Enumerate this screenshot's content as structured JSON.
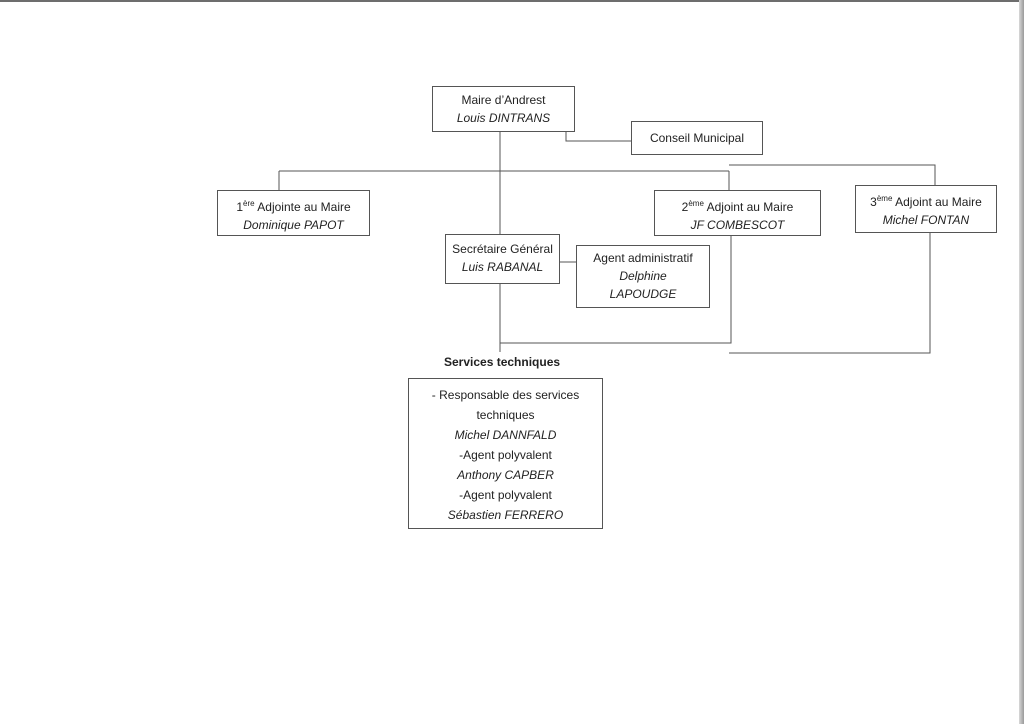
{
  "maire": {
    "title": "Maire d’Andrest",
    "name": "Louis DINTRANS"
  },
  "conseil": {
    "title": "Conseil Municipal"
  },
  "adjoint1": {
    "ordinal": "1",
    "sup": "ère",
    "title": "Adjointe au Maire",
    "name": "Dominique PAPOT"
  },
  "adjoint2": {
    "ordinal": "2",
    "sup": "ème",
    "title": "Adjoint au Maire",
    "name": "JF COMBESCOT"
  },
  "adjoint3": {
    "ordinal": "3",
    "sup": "ème",
    "title": "Adjoint au Maire",
    "name": "Michel FONTAN"
  },
  "secretaire": {
    "title": "Secrétaire Général",
    "name": "Luis RABANAL"
  },
  "agent_admin": {
    "title": "Agent administratif",
    "name_line1": "Delphine",
    "name_line2": "LAPOUDGE"
  },
  "services": {
    "heading": "Services techniques",
    "resp_line1": "- Responsable des services",
    "resp_line2": "techniques",
    "resp_name": "Michel DANNFALD",
    "agent1_role": "-Agent polyvalent",
    "agent1_name": "Anthony CAPBER",
    "agent2_role": "-Agent polyvalent",
    "agent2_name": "Sébastien FERRERO"
  }
}
